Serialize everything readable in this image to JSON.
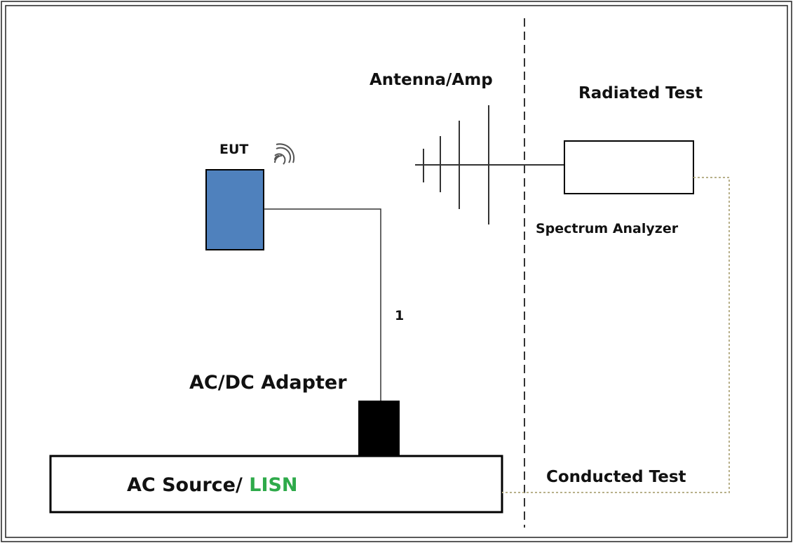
{
  "labels": {
    "antenna": "Antenna/Amp",
    "radiated": "Radiated Test",
    "eut": "EUT",
    "spectrum": "Spectrum Analyzer",
    "cable": "1",
    "adapter": "AC/DC Adapter",
    "source_prefix": "AC Source/ ",
    "source_lisn": "LISN",
    "conducted": "Conducted Test"
  },
  "colors": {
    "eut_fill": "#4f81bd",
    "lisn_text": "#2eaa4a",
    "dotted_line": "#b8b08a",
    "adapter_fill": "#000000"
  }
}
